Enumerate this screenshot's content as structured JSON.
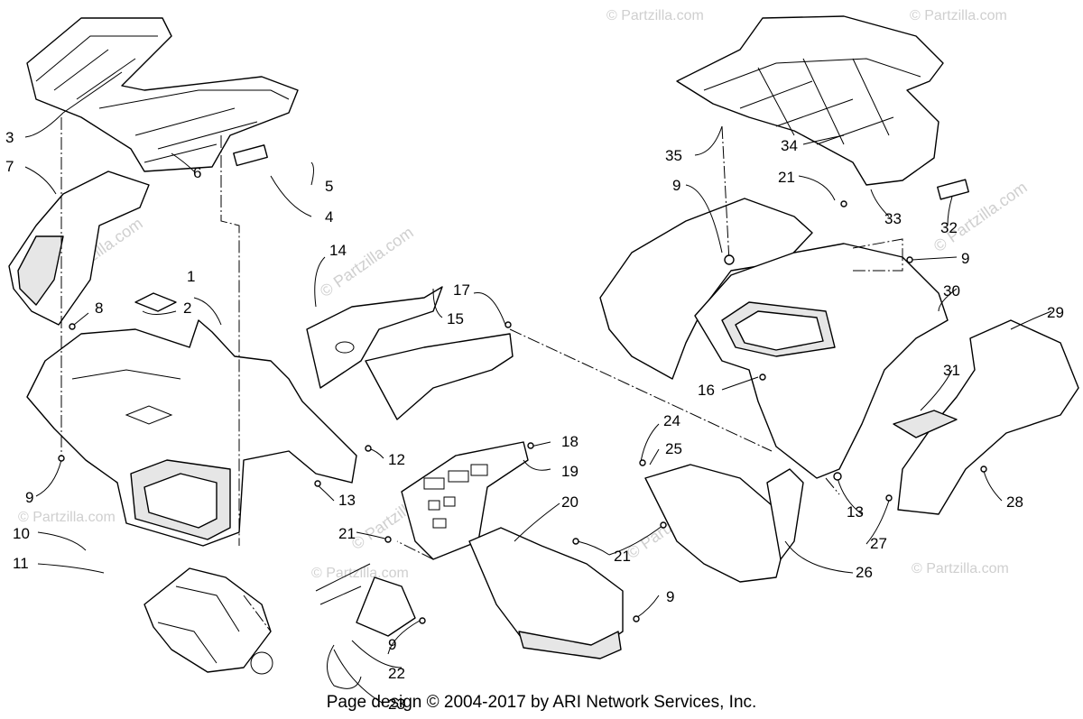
{
  "watermark": {
    "text": "© Partzilla.com"
  },
  "callouts": [
    {
      "label": "1"
    },
    {
      "label": "2"
    },
    {
      "label": "3"
    },
    {
      "label": "4"
    },
    {
      "label": "5"
    },
    {
      "label": "6"
    },
    {
      "label": "7"
    },
    {
      "label": "8"
    },
    {
      "label": "9"
    },
    {
      "label": "10"
    },
    {
      "label": "11"
    },
    {
      "label": "12"
    },
    {
      "label": "13"
    },
    {
      "label": "14"
    },
    {
      "label": "15"
    },
    {
      "label": "16"
    },
    {
      "label": "17"
    },
    {
      "label": "18"
    },
    {
      "label": "19"
    },
    {
      "label": "20"
    },
    {
      "label": "21"
    },
    {
      "label": "22"
    },
    {
      "label": "23"
    },
    {
      "label": "24"
    },
    {
      "label": "25"
    },
    {
      "label": "26"
    },
    {
      "label": "27"
    },
    {
      "label": "28"
    },
    {
      "label": "29"
    },
    {
      "label": "30"
    },
    {
      "label": "31"
    },
    {
      "label": "32"
    },
    {
      "label": "33"
    },
    {
      "label": "34"
    },
    {
      "label": "35"
    }
  ],
  "footer": {
    "text": "Page design © 2004-2017 by ARI Network Services, Inc."
  }
}
